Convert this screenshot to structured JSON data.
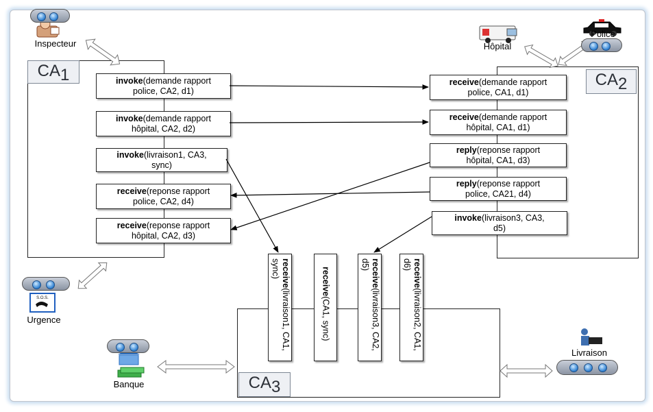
{
  "lanes": {
    "ca1": {
      "name": "CA",
      "sub": "1"
    },
    "ca2": {
      "name": "CA",
      "sub": "2"
    },
    "ca3": {
      "name": "CA",
      "sub": "3"
    }
  },
  "actors": {
    "inspecteur": "Inspecteur",
    "hopital": "Hôpital",
    "police": "Police",
    "urgence": "Urgence",
    "sos": "S.O.S.",
    "banque": "Banque",
    "livraison": "Livraison"
  },
  "ca1_activities": [
    {
      "keyword": "invoke",
      "line1": "(demande rapport",
      "line2": "police, CA2, d1)"
    },
    {
      "keyword": "invoke",
      "line1": "(demande rapport",
      "line2": "hôpital, CA2, d2)"
    },
    {
      "keyword": "invoke",
      "line1": "(livraison1, CA3,",
      "line2": "sync)"
    },
    {
      "keyword": "receive",
      "line1": "(reponse rapport",
      "line2": "police, CA2, d4)"
    },
    {
      "keyword": "receive",
      "line1": "(reponse rapport",
      "line2": "hôpital, CA2, d3)"
    }
  ],
  "ca2_activities": [
    {
      "keyword": "receive",
      "line1": "(demande rapport",
      "line2": "police, CA1, d1)"
    },
    {
      "keyword": "receive",
      "line1": "(demande rapport",
      "line2": "hôpital, CA1, d1)"
    },
    {
      "keyword": "reply",
      "line1": "(reponse rapport",
      "line2": "hôpital, CA1, d3)"
    },
    {
      "keyword": "reply",
      "line1": "(reponse rapport",
      "line2": "police, CA21, d4)"
    },
    {
      "keyword": "invoke",
      "line1": "(livraison3, CA3,",
      "line2": "d5)"
    }
  ],
  "ca3_activities": [
    {
      "keyword": "receive",
      "line1": "(livraison1, CA1,",
      "line2": "sync)"
    },
    {
      "keyword": "receive",
      "line1": "(CA1, sync)",
      "line2": ""
    },
    {
      "keyword": "receive",
      "line1": "(livraison3, CA2,",
      "line2": "d5)"
    },
    {
      "keyword": "receive",
      "line1": "(livraison2, CA1,",
      "line2": "d6)"
    }
  ]
}
